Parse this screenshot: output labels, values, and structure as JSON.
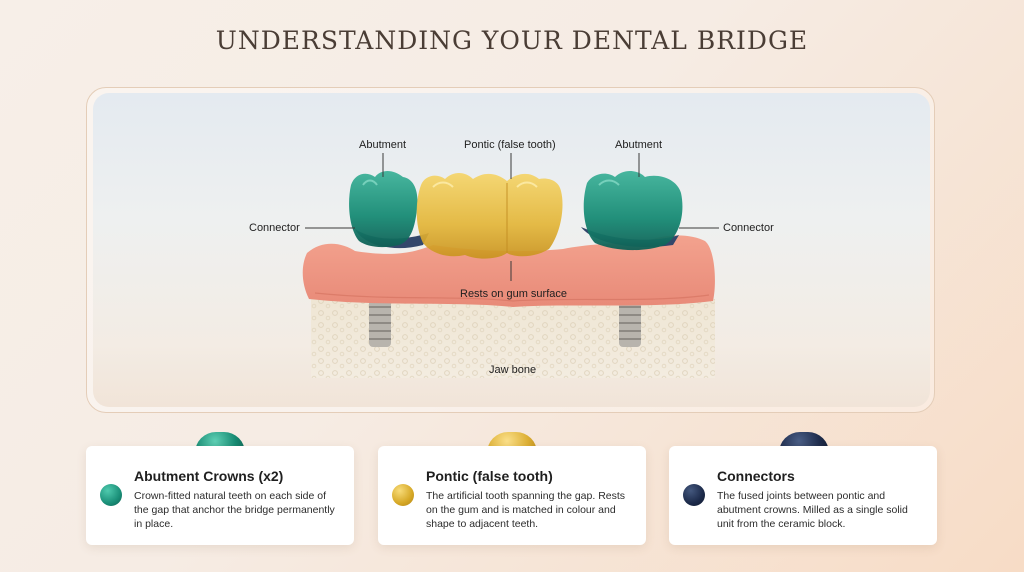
{
  "title": "UNDERSTANDING YOUR DENTAL BRIDGE",
  "diagram": {
    "labels": {
      "abutment_left": "Abutment",
      "pontic": "Pontic (false tooth)",
      "abutment_right": "Abutment",
      "connector_left": "Connector",
      "connector_right": "Connector",
      "gum": "Rests on gum surface",
      "bone": "Jaw bone"
    }
  },
  "cards": [
    {
      "title": "Abutment Crowns (x2)",
      "text": "Crown-fitted natural teeth on each side of the gap that anchor the bridge permanently in place.",
      "color": "#1a8f78"
    },
    {
      "title": "Pontic (false tooth)",
      "text": "The artificial tooth spanning the gap. Rests on the gum and is matched in colour and shape to adjacent teeth.",
      "color": "#d6a826"
    },
    {
      "title": "Connectors",
      "text": "The fused joints between pontic and abutment crowns. Milled as a single solid unit from the ceramic block.",
      "color": "#1c2a4a"
    }
  ]
}
